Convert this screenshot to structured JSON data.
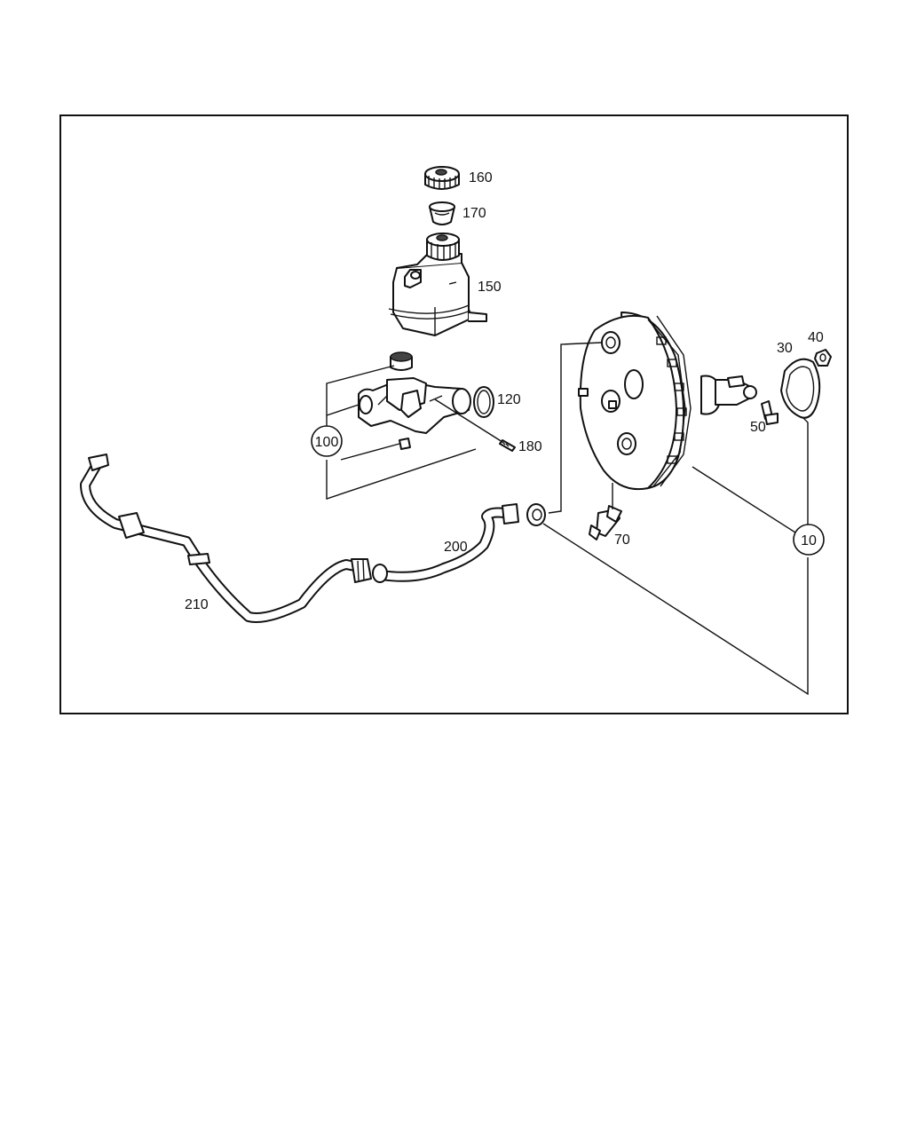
{
  "callouts": {
    "c10": "10",
    "c30": "30",
    "c40": "40",
    "c50": "50",
    "c70": "70",
    "c100": "100",
    "c120": "120",
    "c150": "150",
    "c160": "160",
    "c170": "170",
    "c180": "180",
    "c200": "200",
    "c210": "210"
  }
}
